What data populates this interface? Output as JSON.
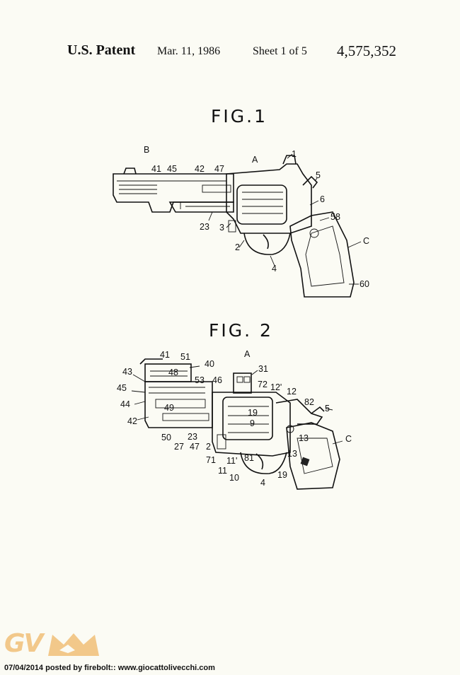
{
  "header": {
    "patent_label": "U.S. Patent",
    "date": "Mar. 11, 1986",
    "sheet": "Sheet 1 of 5",
    "number": "4,575,352"
  },
  "fig1": {
    "title": "FIG.1",
    "refs": [
      "B",
      "41",
      "45",
      "42",
      "47",
      "A",
      "1",
      "5",
      "6",
      "58",
      "C",
      "60",
      "23",
      "3",
      "2",
      "4"
    ]
  },
  "fig2": {
    "title": "FIG. 2",
    "refs": [
      "A",
      "41",
      "51",
      "40",
      "31",
      "43",
      "48",
      "53",
      "46",
      "72",
      "12'",
      "12",
      "45",
      "44",
      "49",
      "19",
      "82",
      "5",
      "42",
      "9",
      "50",
      "23",
      "27",
      "47",
      "2",
      "13",
      "C",
      "71",
      "11",
      "11'",
      "81",
      "13",
      "10",
      "4",
      "19"
    ]
  },
  "watermark": {
    "logo": "GV",
    "credit": "07/04/2014 posted by firebolt:: www.giocattolivecchi.com",
    "logo_color": "#f2c88a"
  }
}
